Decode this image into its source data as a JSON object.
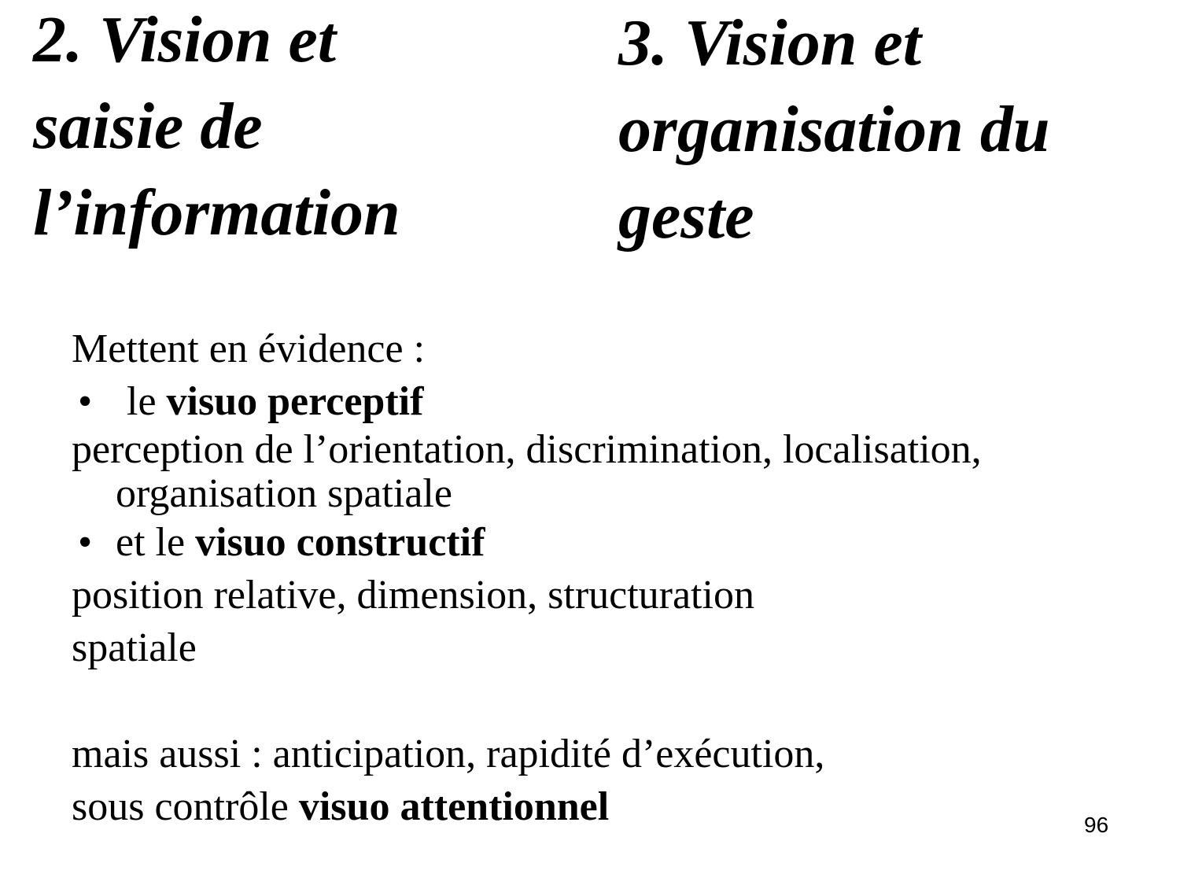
{
  "slide": {
    "heading_left": {
      "lines": [
        "2. Vision et",
        "saisie de",
        "l’information"
      ]
    },
    "heading_right": {
      "lines": [
        "3. Vision et",
        "organisation du",
        "geste"
      ]
    },
    "body": {
      "intro": "Mettent en évidence :",
      "bullet_glyph": "•",
      "item1": {
        "prefix": "le ",
        "bold": "visuo perceptif"
      },
      "item1_detail_line1": "perception de l’orientation, discrimination, localisation,",
      "item1_detail_line2": "organisation spatiale",
      "item2": {
        "prefix": "et le ",
        "bold": "visuo constructif"
      },
      "item2_detail_line1": "position relative, dimension, structuration",
      "item2_detail_line2": "spatiale",
      "closing_line1": "mais aussi : anticipation, rapidité d’exécution,",
      "closing_line2": {
        "prefix": "sous contrôle ",
        "bold": "visuo attentionnel"
      }
    },
    "page_number": "96"
  }
}
